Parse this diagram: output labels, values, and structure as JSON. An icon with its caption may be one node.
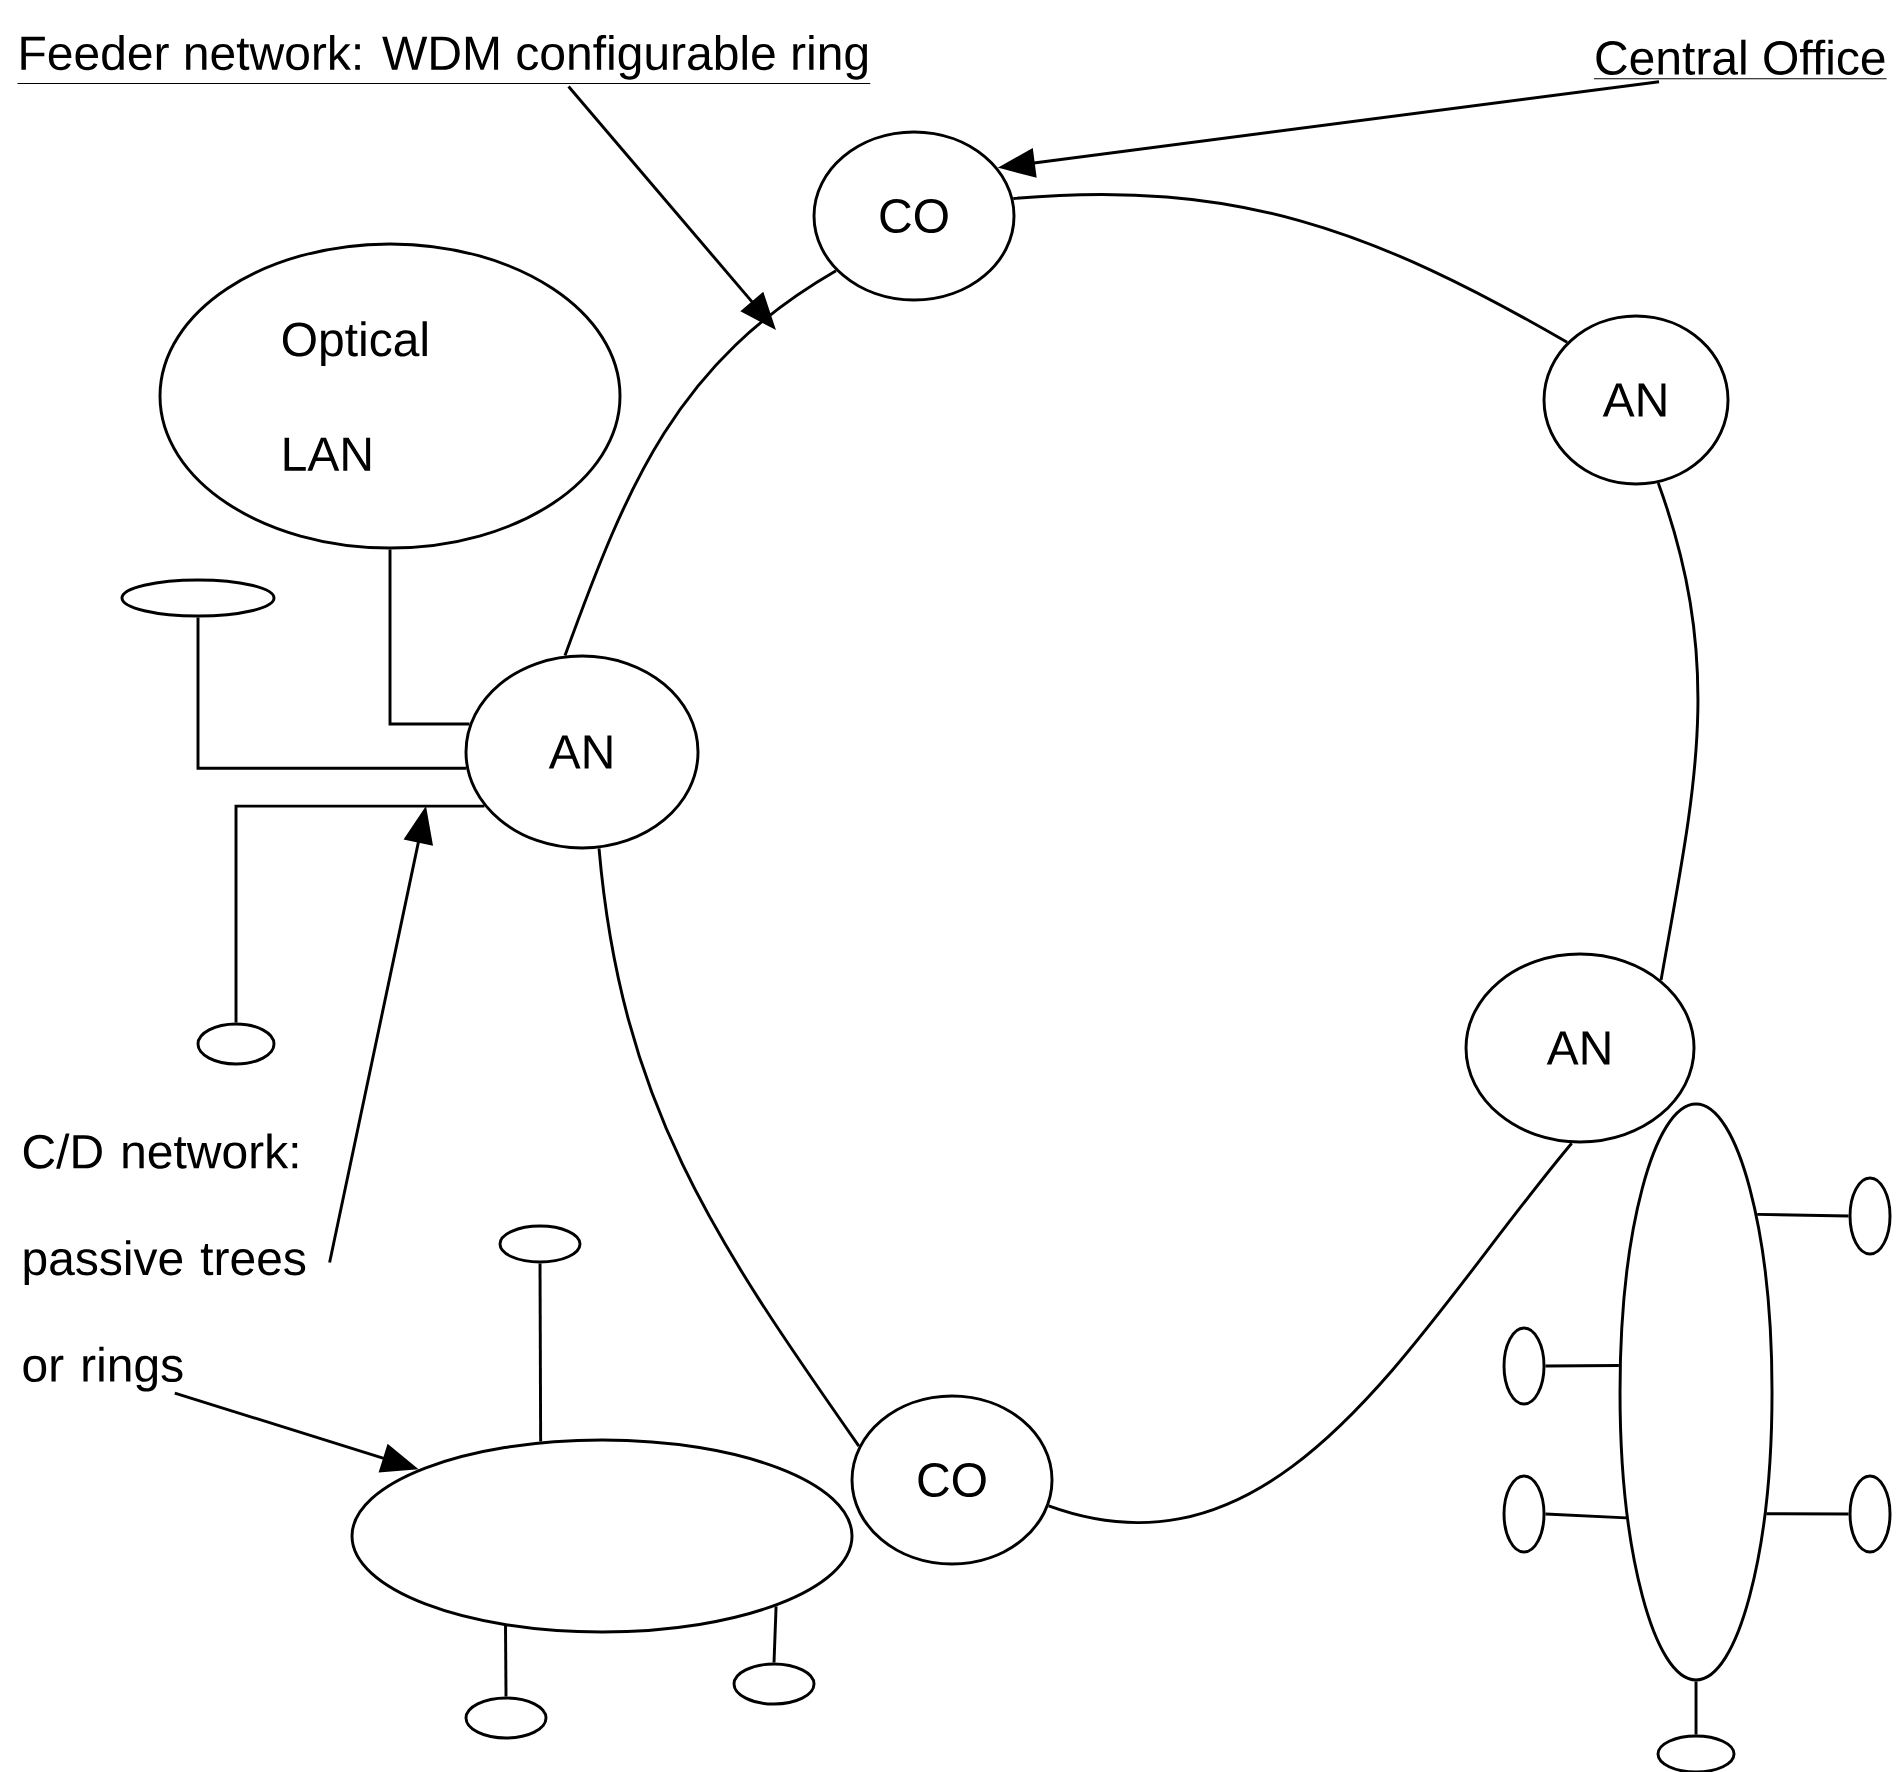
{
  "diagram": {
    "nodes": [
      {
        "text": [
          "Feeder network: WDM configurable ring"
        ]
      },
      {
        "text": [
          "Central Office"
        ]
      },
      {
        "text": [
          "CO"
        ]
      },
      {
        "text": [
          "Optical LAN"
        ]
      },
      {
        "text": [
          "AN"
        ]
      },
      {
        "text": [],
        "shape": "ellipse"
      },
      {
        "text": [
          "AN"
        ]
      },
      {
        "text": [],
        "shape": "ellipse"
      },
      {
        "text": [
          "AN"
        ]
      },
      {
        "text": [
          "C/D network: passive trees or rings"
        ]
      },
      {
        "text": [],
        "shape": "ellipse"
      },
      {
        "text": [],
        "shape": "ellipse"
      },
      {
        "text": [],
        "shape": "ellipse"
      },
      {
        "text": [],
        "shape": "ellipse"
      },
      {
        "text": [
          "CO"
        ]
      },
      {
        "text": [],
        "shape": "ellipse"
      },
      {
        "text": [],
        "shape": "ellipse"
      },
      {
        "text": [],
        "shape": "ellipse"
      },
      {
        "text": [],
        "shape": "ellipse"
      },
      {
        "text": [],
        "shape": "ellipse"
      },
      {
        "text": [],
        "shape": "ellipse"
      }
    ],
    "edges": [
      {
        "from": 2,
        "to": 4,
        "arrow": "none"
      },
      {
        "from": 4,
        "to": 8,
        "arrow": "none"
      },
      {
        "from": 8,
        "to": 14,
        "arrow": "none"
      },
      {
        "from": 14,
        "to": 6,
        "arrow": "none"
      },
      {
        "from": 6,
        "to": 2,
        "arrow": "none"
      },
      {
        "from": 0,
        "to": null,
        "arrow": "to"
      },
      {
        "from": 1,
        "to": 2,
        "arrow": "to"
      },
      {
        "from": 9,
        "to": null,
        "arrow": "to"
      },
      {
        "from": 9,
        "to": 15,
        "arrow": "to"
      },
      {
        "from": 3,
        "to": 6,
        "arrow": "none"
      },
      {
        "from": 5,
        "to": 6,
        "arrow": "none"
      },
      {
        "from": 7,
        "to": 6,
        "arrow": "none"
      },
      {
        "from": 12,
        "to": 15,
        "arrow": "none"
      },
      {
        "from": 15,
        "to": 19,
        "arrow": "none"
      },
      {
        "from": 15,
        "to": 18,
        "arrow": "none"
      },
      {
        "from": 10,
        "to": 11,
        "arrow": "none"
      },
      {
        "from": 13,
        "to": 10,
        "arrow": "none"
      },
      {
        "from": 16,
        "to": 10,
        "arrow": "none"
      },
      {
        "from": 10,
        "to": 17,
        "arrow": "none"
      },
      {
        "from": 10,
        "to": 20,
        "arrow": "none"
      }
    ]
  }
}
